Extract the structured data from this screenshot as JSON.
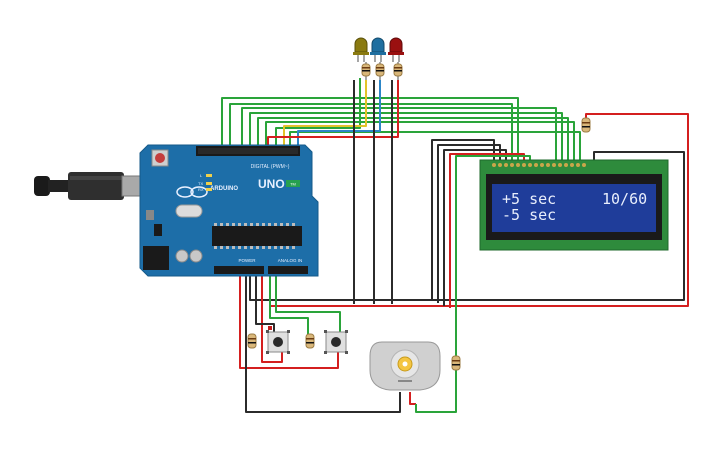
{
  "arduino": {
    "logo": "ARDUINO",
    "model": "UNO",
    "badge": "TM",
    "header_digital": "DIGITAL (PWM~)",
    "header_power": "POWER",
    "header_analog": "ANALOG IN",
    "led_labels": [
      "L",
      "TX",
      "RX"
    ]
  },
  "lcd": {
    "line1_left": "+5 sec",
    "line1_right": "10/60",
    "line2_left": "-5 sec"
  },
  "colors": {
    "board": "#1d6ea8",
    "lcd_pcb": "#2e8b3c",
    "lcd_screen": "#1f3d9a",
    "wire_black": "#2b2b2b",
    "wire_red": "#d41f1f",
    "wire_green": "#2aa43a",
    "wire_blue": "#2c86c7",
    "wire_yellow": "#e2c32a",
    "led_yellow": "#8a7a10",
    "led_blue": "#1f6fa0",
    "led_red": "#9a1010"
  },
  "icons": [
    "usb-cable-icon",
    "dc-motor-icon",
    "pushbutton-icon",
    "led-icon",
    "resistor-icon"
  ]
}
